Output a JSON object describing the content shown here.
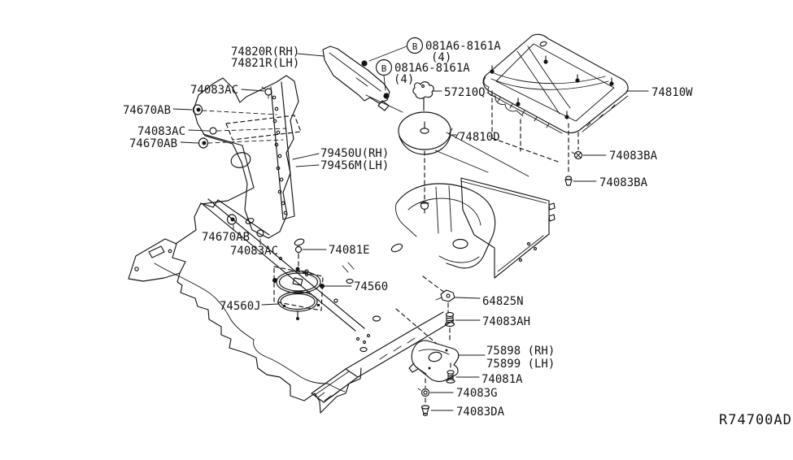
{
  "colors": {
    "line": "#141414",
    "background": "#ffffff"
  },
  "ref_code": "R74700AD",
  "badges": {
    "b1": "B",
    "b2": "B"
  },
  "labels": {
    "brace_rh": "74820R(RH)",
    "brace_lh": "74821R(LH)",
    "b1_code": "081A6-8161A",
    "b1_qty": "(4)",
    "b2_code": "081A6-8161A",
    "b2_qty": "(4)",
    "clip_57210q": "57210Q",
    "clip_74083ac_top": "74083AC",
    "grommet_74670ab_1": "74670AB",
    "clip_74083ac_2": "74083AC",
    "grommet_74670ab_2": "74670AB",
    "brace_79450u_rh": "79450U(RH)",
    "brace_79456m_lh": "79456M(LH)",
    "cover_74810d": "74810D",
    "cover_74810w": "74810W",
    "clip_74083ba_1": "74083BA",
    "clip_74083ba_2": "74083BA",
    "grommet_74670ab_3": "74670AB",
    "clip_74083ac_3": "74083AC",
    "bolt_74081e": "74081E",
    "cover_74560": "74560",
    "gasket_74560j": "74560J",
    "bolt_64825n": "64825N",
    "bolt_74083ah": "74083AH",
    "bracket_75898_rh": "75898 (RH)",
    "bracket_75899_lh": "75899 (LH)",
    "bolt_74081a": "74081A",
    "nut_74083g": "74083G",
    "pin_74083da": "74083DA"
  }
}
